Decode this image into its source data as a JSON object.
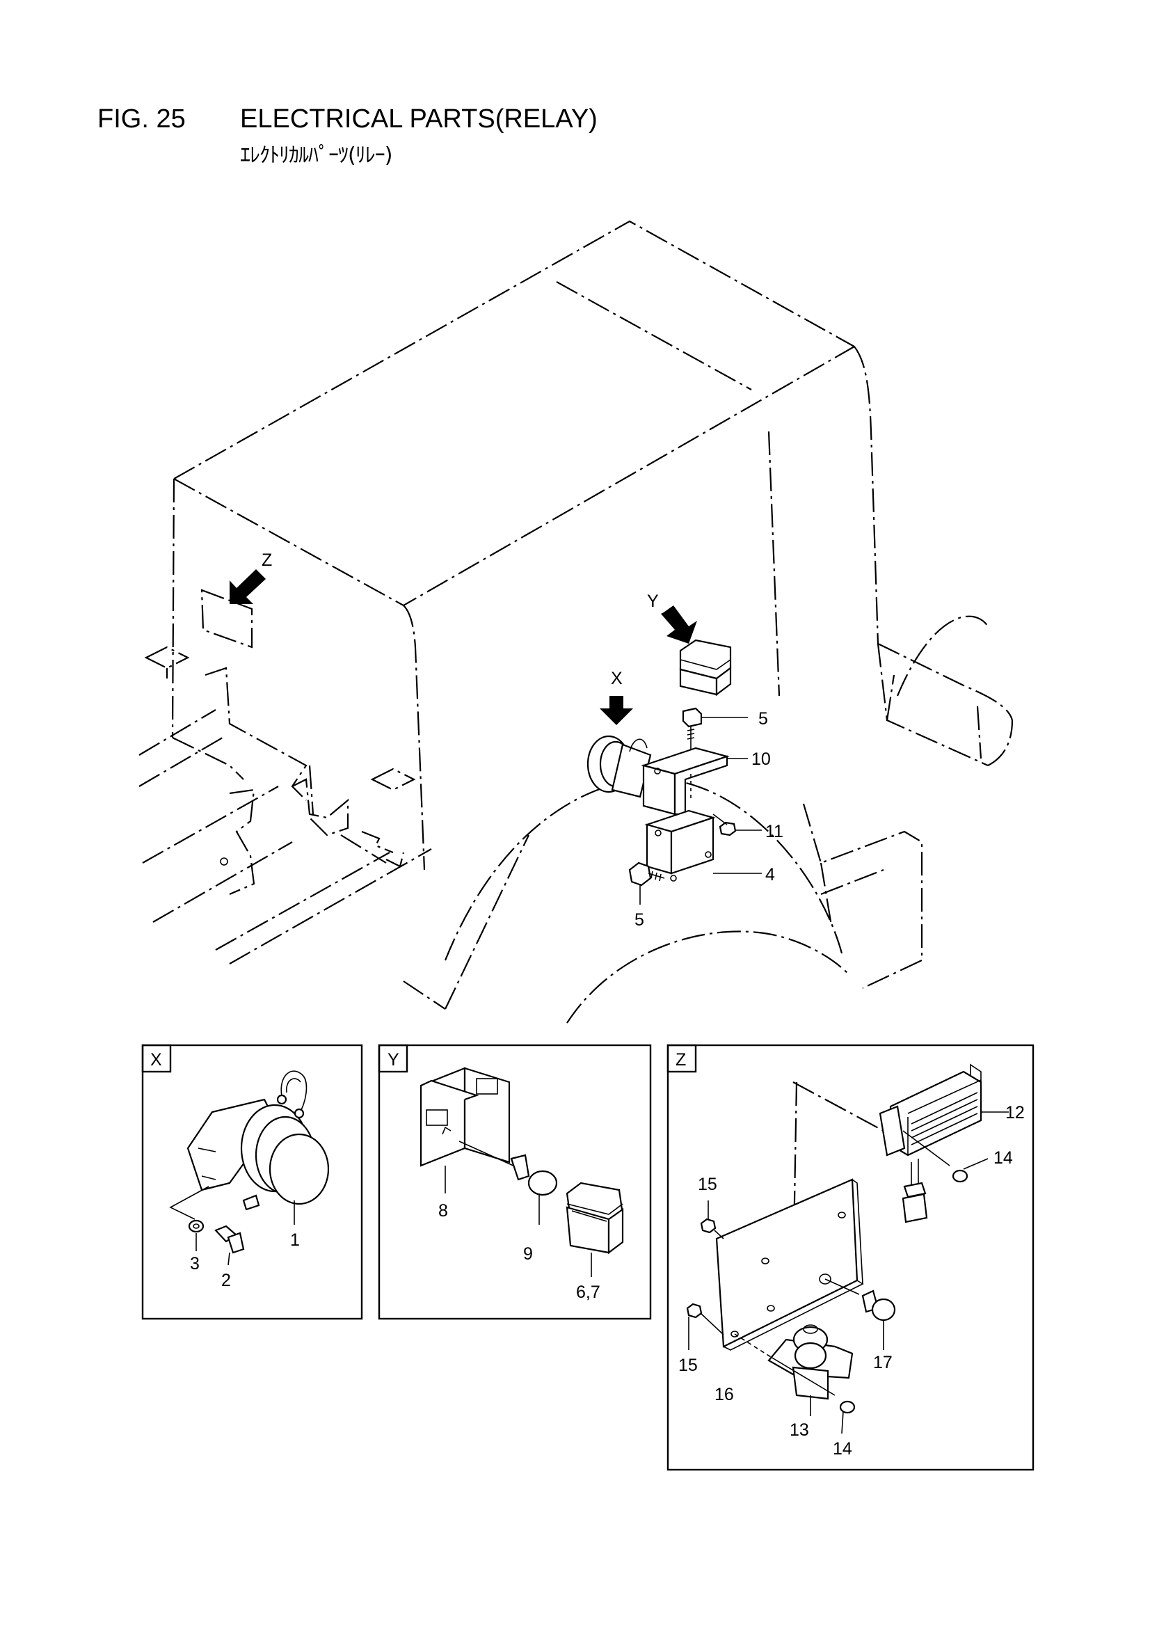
{
  "figure": {
    "number": "FIG. 25",
    "title": "ELECTRICAL PARTS(RELAY)",
    "subtitle": "ｴﾚｸﾄﾘｶﾙﾊﾟｰﾂ(ﾘﾚｰ)"
  },
  "view_markers": {
    "x": "X",
    "y": "Y",
    "z": "Z"
  },
  "main_callouts": [
    "5",
    "10",
    "11",
    "4",
    "5"
  ],
  "detail_x": {
    "label": "X",
    "callouts": [
      "1",
      "2",
      "3"
    ]
  },
  "detail_y": {
    "label": "Y",
    "callouts": [
      "8",
      "9",
      "6,7"
    ]
  },
  "detail_z": {
    "label": "Z",
    "callouts": [
      "12",
      "14",
      "15",
      "15",
      "16",
      "17",
      "13",
      "14"
    ]
  }
}
